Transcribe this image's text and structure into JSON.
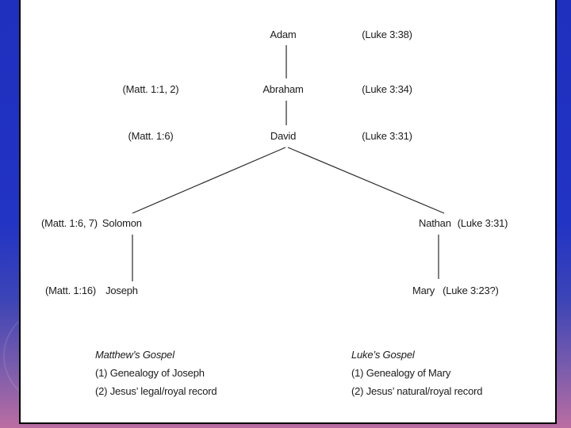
{
  "slide": {
    "tree": {
      "adam": {
        "name": "Adam",
        "luke_ref": "(Luke 3:38)"
      },
      "abraham": {
        "matt_ref": "(Matt. 1:1, 2)",
        "name": "Abraham",
        "luke_ref": "(Luke 3:34)"
      },
      "david": {
        "matt_ref": "(Matt. 1:6)",
        "name": "David",
        "luke_ref": "(Luke 3:31)"
      },
      "solomon": {
        "matt_ref": "(Matt. 1:6, 7)",
        "name": "Solomon"
      },
      "nathan": {
        "name": "Nathan",
        "luke_ref": "(Luke 3:31)"
      },
      "joseph": {
        "matt_ref": "(Matt. 1:16)",
        "name": "Joseph"
      },
      "mary": {
        "name": "Mary",
        "luke_ref": "(Luke 3:23?)"
      }
    },
    "footnotes": {
      "matthew": {
        "title": "Matthew’s Gospel",
        "items": [
          "(1) Genealogy of Joseph",
          "(2) Jesus’ legal/royal record"
        ]
      },
      "luke": {
        "title": "Luke’s Gospel",
        "items": [
          "(1) Genealogy of Mary",
          "(2) Jesus’ natural/royal record"
        ]
      }
    }
  },
  "colors": {
    "background_top": "#2234c4",
    "background_bottom": "#bb6da2",
    "slide_background": "#ffffff",
    "slide_border": "#000000",
    "text": "#1c1c1c",
    "line": "#2a2a2a"
  }
}
